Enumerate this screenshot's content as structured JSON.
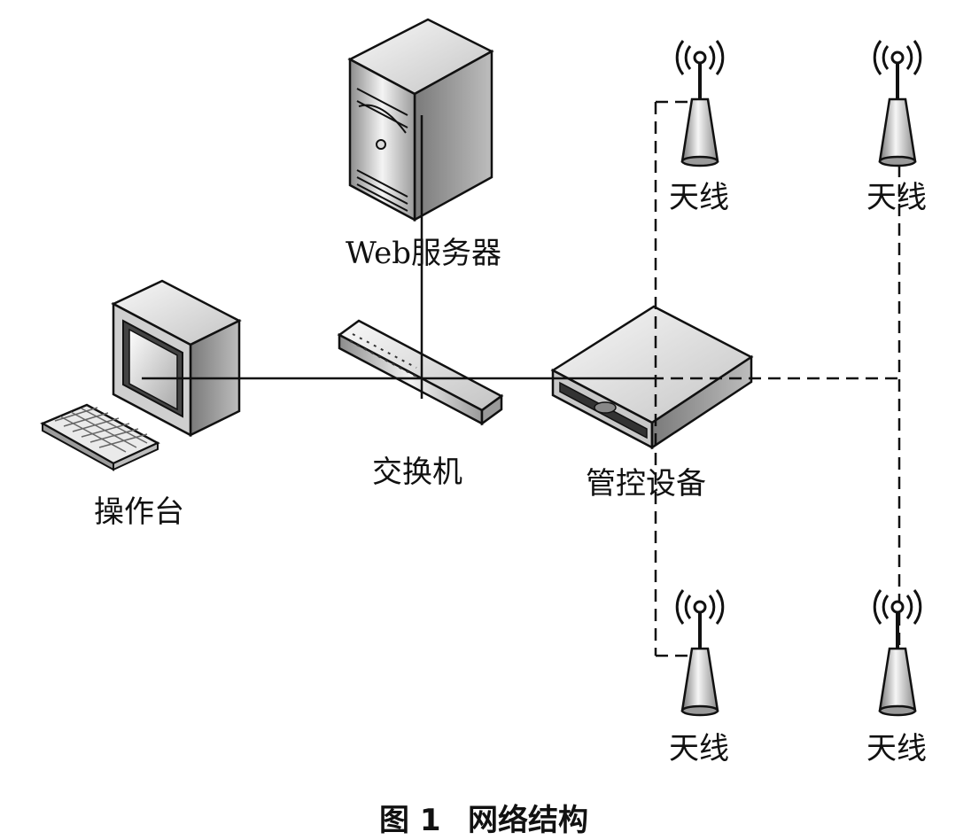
{
  "diagram": {
    "nodes": {
      "web_server": "Web服务器",
      "switch": "交换机",
      "console": "操作台",
      "control_device": "管控设备",
      "antennas": [
        "天线",
        "天线",
        "天线",
        "天线"
      ]
    },
    "caption": {
      "figure_number": "图 1",
      "title": "网络结构"
    },
    "edges": [
      {
        "from": "console",
        "to": "switch",
        "style": "solid"
      },
      {
        "from": "web_server",
        "to": "switch",
        "style": "solid"
      },
      {
        "from": "switch",
        "to": "control_device",
        "style": "solid"
      },
      {
        "from": "control_device",
        "to": "antenna",
        "style": "dashed"
      },
      {
        "from": "control_device",
        "to": "antenna",
        "style": "dashed"
      },
      {
        "from": "control_device",
        "to": "antenna",
        "style": "dashed"
      },
      {
        "from": "control_device",
        "to": "antenna",
        "style": "dashed"
      }
    ]
  }
}
